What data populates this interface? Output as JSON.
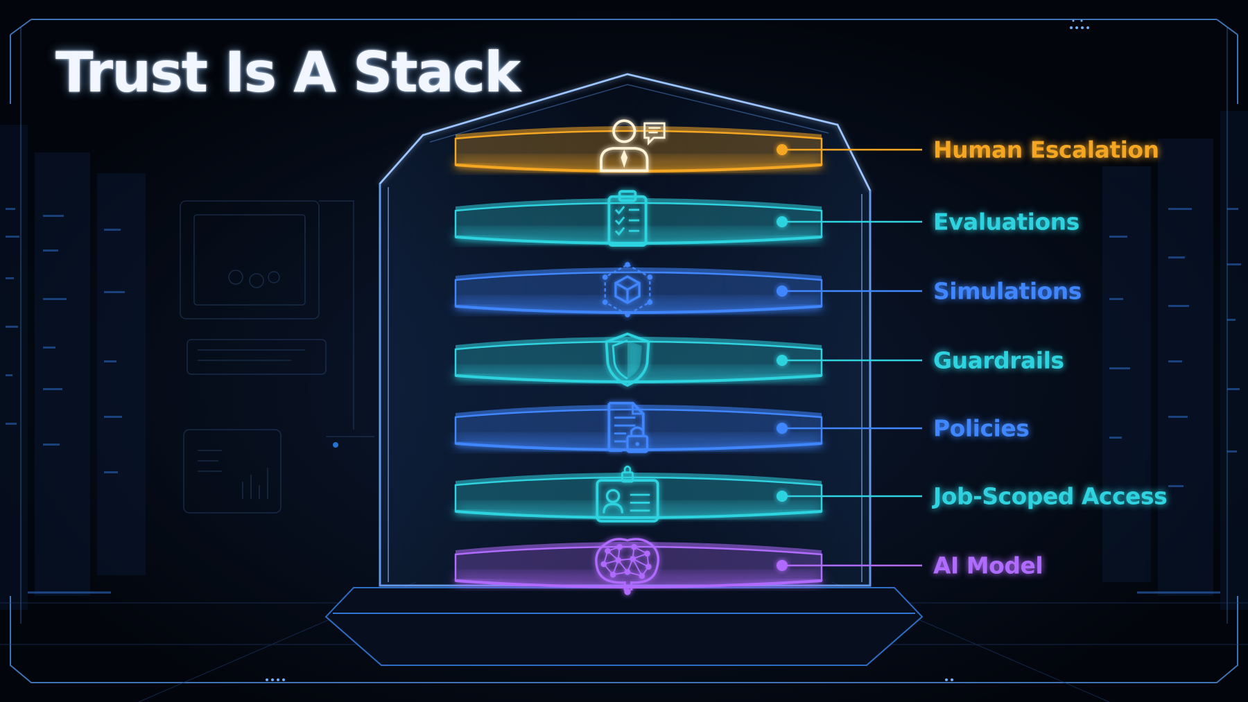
{
  "title": "Trust Is A Stack",
  "layers": [
    {
      "label": "Human Escalation",
      "icon": "person-chat-icon",
      "color": "#f5a623"
    },
    {
      "label": "Evaluations",
      "icon": "clipboard-checklist-icon",
      "color": "#2fd3e0"
    },
    {
      "label": "Simulations",
      "icon": "cube-network-icon",
      "color": "#3f86ff"
    },
    {
      "label": "Guardrails",
      "icon": "shield-icon",
      "color": "#2fd3e0"
    },
    {
      "label": "Policies",
      "icon": "document-lock-icon",
      "color": "#3f86ff"
    },
    {
      "label": "Job-Scoped Access",
      "icon": "id-badge-lock-icon",
      "color": "#2fd3e0"
    },
    {
      "label": "AI Model",
      "icon": "brain-network-icon",
      "color": "#b06bff"
    }
  ]
}
